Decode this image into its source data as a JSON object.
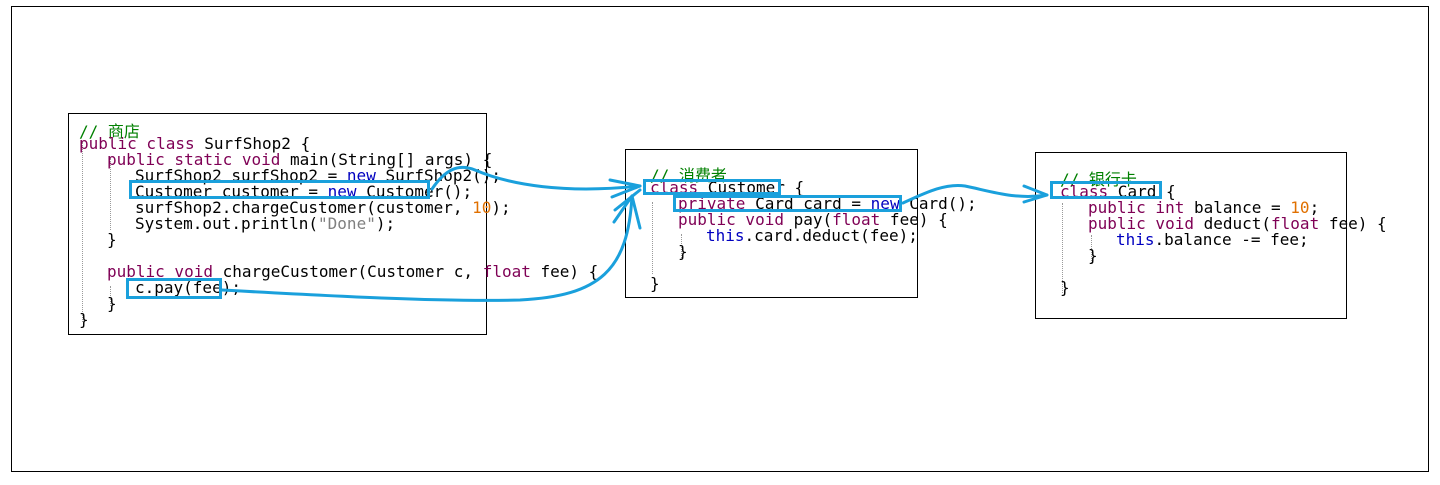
{
  "shop": {
    "comment": "// 商店",
    "line1": {
      "kw": "public class ",
      "txt": "SurfShop2 {"
    },
    "line2": {
      "kw": "public static void ",
      "txt": "main(String[] args) {"
    },
    "line3": {
      "a": "SurfShop2 surfShop2 = ",
      "kw": "new",
      "b": " SurfShop2();"
    },
    "line4": {
      "a": "Customer customer = ",
      "kw": "new",
      "b": " Customer();"
    },
    "line5": {
      "a": "surfShop2.chargeCustomer(customer, ",
      "num": "10",
      "b": ");"
    },
    "line6": {
      "a": "System.out.println(",
      "str": "\"Done\"",
      "b": ");"
    },
    "line7": "}",
    "line8": {
      "kw": "public void ",
      "a": "chargeCustomer(Customer c, ",
      "kw2": "float",
      "b": " fee) {"
    },
    "line9": "c.pay(fee);",
    "line10": "}",
    "line11": "}"
  },
  "customer": {
    "comment": "// 消费者",
    "line1": {
      "kw": "class",
      "txt": " Customer {"
    },
    "line2": {
      "kw": "private",
      "a": " Card card = ",
      "kw2": "new",
      "b": " Card();"
    },
    "line3": {
      "kw": "public void ",
      "a": "pay(",
      "kw2": "float",
      "b": " fee) {"
    },
    "line4": {
      "kw": "this",
      "a": ".card.deduct(fee);"
    },
    "line5": "}",
    "line6": "}"
  },
  "card": {
    "comment": "// 银行卡",
    "line1": {
      "kw": "class",
      "txt": " Card {"
    },
    "line2": {
      "kw": "public int ",
      "a": "balance = ",
      "num": "10",
      "b": ";"
    },
    "line3": {
      "kw": "public void ",
      "a": "deduct(",
      "kw2": "float",
      "b": " fee) {"
    },
    "line4": {
      "kw": "this",
      "a": ".balance -= fee;"
    },
    "line5": "}",
    "line6": "}"
  },
  "colors": {
    "highlight": "#1aa0dc",
    "comment": "#008000",
    "keyword": "#7f0055",
    "new_keyword": "#0000c0",
    "number": "#e07000",
    "string": "#808080"
  }
}
